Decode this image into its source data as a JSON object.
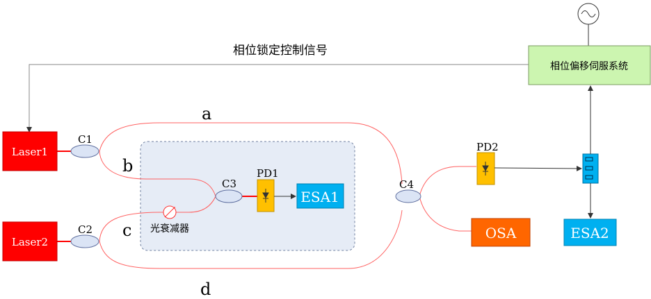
{
  "feedback_label": "相位锁定控制信号",
  "servo_label": "相位偏移伺服系统",
  "laser1": "Laser1",
  "laser2": "Laser2",
  "c1": "C1",
  "c2": "C2",
  "c3": "C3",
  "c4": "C4",
  "pd1": "PD1",
  "pd2": "PD2",
  "esa1": "ESA1",
  "esa2": "ESA2",
  "osa": "OSA",
  "attenuator_label": "光衰减器",
  "path_a": "a",
  "path_b": "b",
  "path_c": "c",
  "path_d": "d",
  "colors": {
    "laser": "#ff0000",
    "fiber": "#ff6060",
    "pd": "#ffc000",
    "esa": "#00b0f0",
    "osa": "#ff6600",
    "servo": "#ccf5b0",
    "inner_box": "#e6ecf6"
  },
  "icons": {
    "signal_source": "sine-wave-source-icon",
    "photodiode": "photodiode-icon",
    "attenuator": "attenuator-icon",
    "splitter": "rf-splitter-icon"
  }
}
